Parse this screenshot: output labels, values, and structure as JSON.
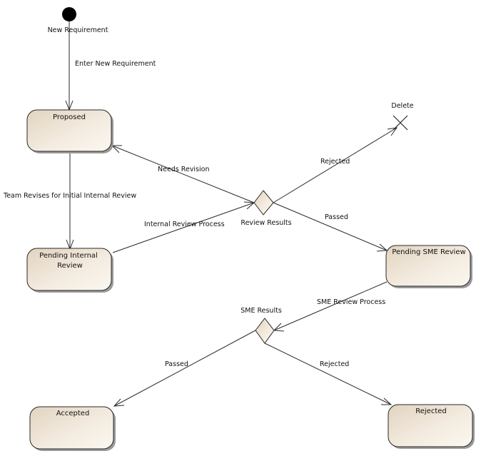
{
  "diagram": {
    "initial_node_label": "New Requirement",
    "final_node_label": "Delete",
    "states": {
      "proposed": "Proposed",
      "pending_internal_line1": "Pending Internal",
      "pending_internal_line2": "Review",
      "pending_sme": "Pending SME Review",
      "accepted": "Accepted",
      "rejected": "Rejected"
    },
    "decisions": {
      "review_results": "Review Results",
      "sme_results": "SME Results"
    },
    "transitions": {
      "enter_new_requirement": "Enter New Requirement",
      "team_revises": "Team Revises for Initial Internal Review",
      "needs_revision": "Needs Revision",
      "internal_review_process": "Internal Review Process",
      "review_rejected": "Rejected",
      "review_passed": "Passed",
      "sme_review_process": "SME Review Process",
      "sme_passed": "Passed",
      "sme_rejected": "Rejected"
    },
    "colors": {
      "state_fill_light": "#fbf6ee",
      "state_fill_dark": "#e4d6c2",
      "line": "#2a2a2a",
      "initial_node": "#000000"
    }
  }
}
